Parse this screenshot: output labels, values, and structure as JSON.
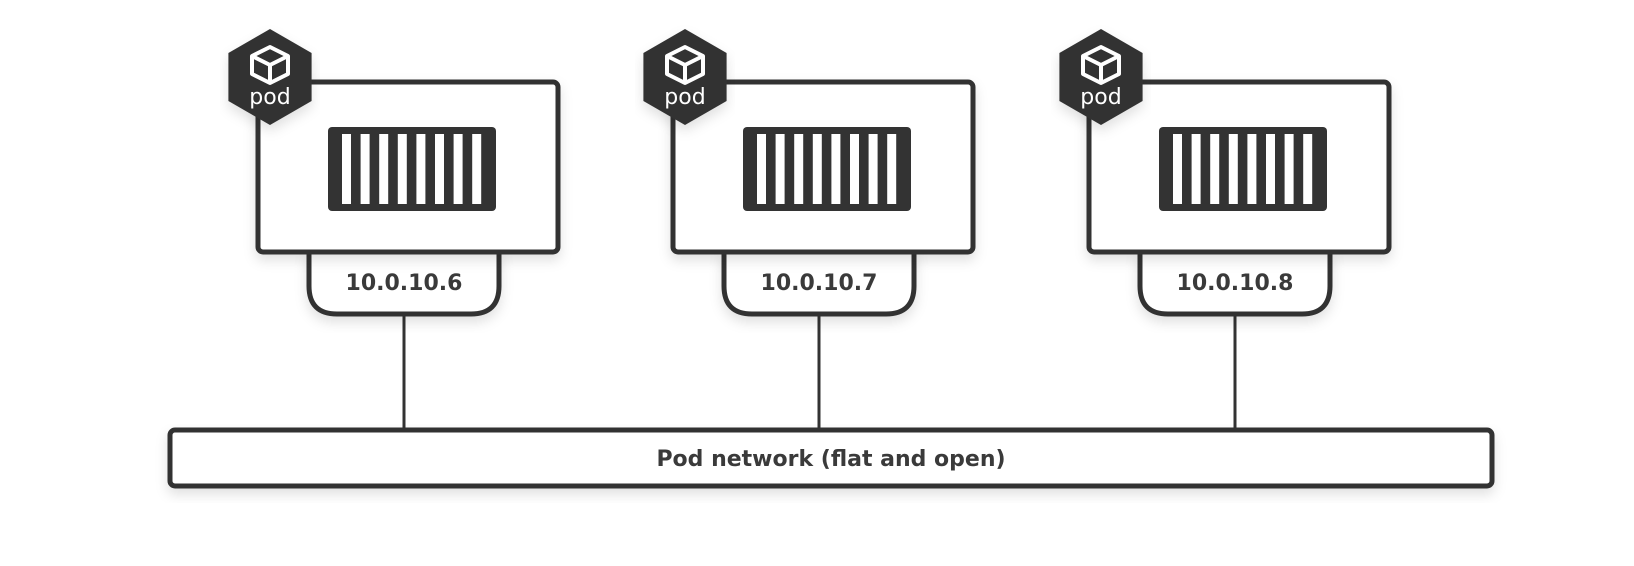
{
  "pods": [
    {
      "badge_label": "pod",
      "ip": "10.0.10.6"
    },
    {
      "badge_label": "pod",
      "ip": "10.0.10.7"
    },
    {
      "badge_label": "pod",
      "ip": "10.0.10.8"
    }
  ],
  "network": {
    "label": "Pod network (flat and open)"
  },
  "icons": {
    "badge": "hexagon-cube-icon",
    "container": "container-icon"
  },
  "colors": {
    "stroke": "#333333",
    "background": "#ffffff"
  }
}
